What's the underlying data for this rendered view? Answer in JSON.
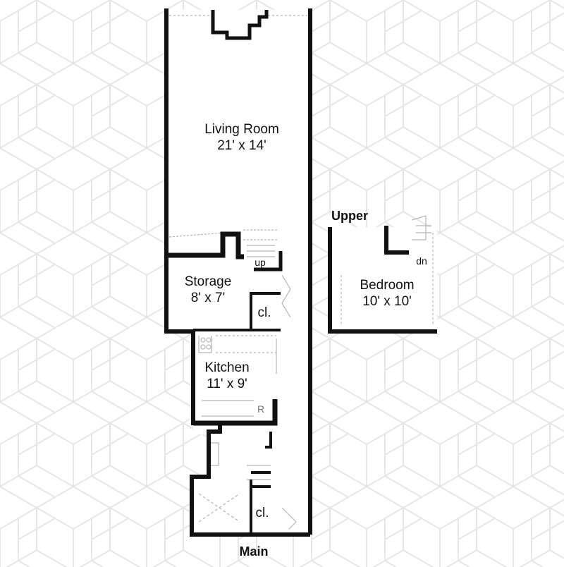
{
  "rooms": {
    "living": {
      "name": "Living Room",
      "dims": "21' x 14'"
    },
    "storage": {
      "name": "Storage",
      "dims": "8' x 7'"
    },
    "kitchen": {
      "name": "Kitchen",
      "dims": "11' x 9'"
    },
    "bedroom": {
      "name": "Bedroom",
      "dims": "10' x 10'"
    }
  },
  "marks": {
    "closet_1": "cl.",
    "closet_2": "cl.",
    "stair_up": "up",
    "stair_dn": "dn",
    "fridge": "R"
  },
  "levels": {
    "upper": "Upper",
    "main": "Main"
  },
  "colors": {
    "wall": "#111111",
    "pattern": "#e6e6e6",
    "fixture": "#b5b5b5"
  }
}
